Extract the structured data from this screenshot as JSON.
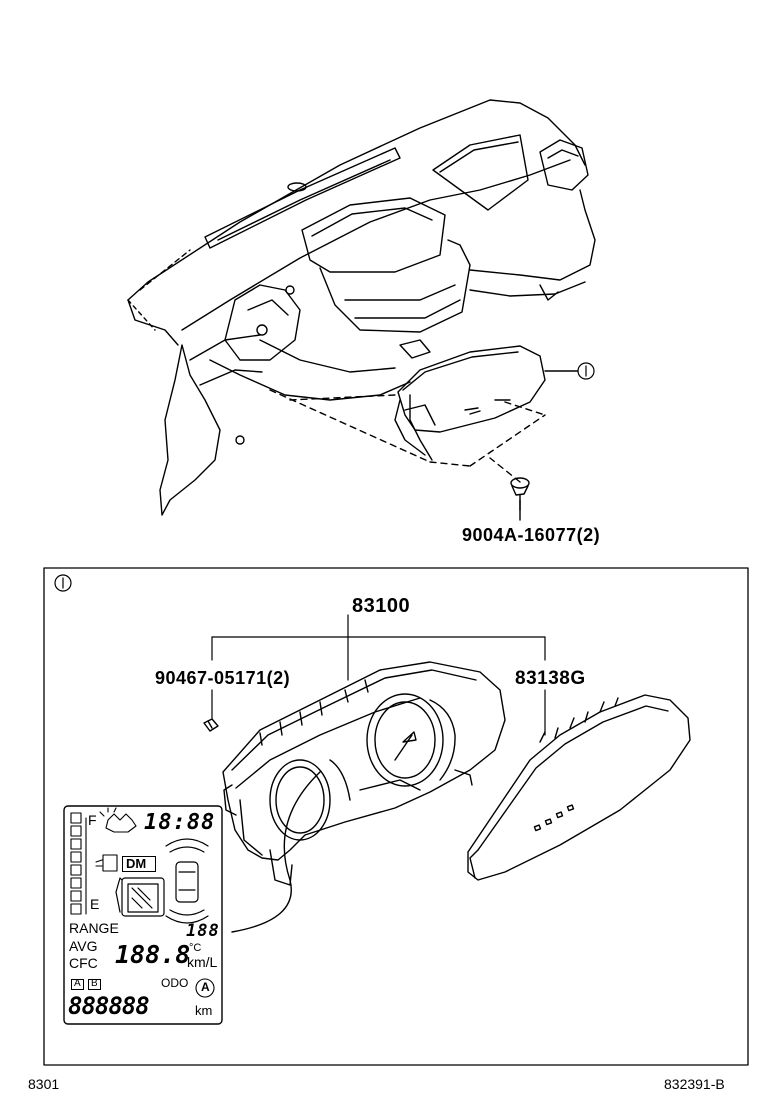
{
  "callouts": {
    "screw_upper": "9004A-16077(2)",
    "meter_assy": "83100",
    "screw_inner": "90467-05171(2)",
    "glass": "83138G"
  },
  "display": {
    "range_label": "RANGE",
    "avg_label": "AVG",
    "cfc_label": "CFC",
    "range_value": "188",
    "avg_value": "188.8",
    "unit_temp": "°C",
    "unit_kml": "km/L",
    "fuel_full": "F",
    "fuel_empty": "E",
    "clock": "18:88",
    "dm_badge": "DM",
    "trip_a": "A",
    "trip_b": "B",
    "odo_label": "ODO",
    "auto_badge": "A",
    "odo_value": "888888",
    "odo_unit": "km"
  },
  "footer": {
    "left_code": "8301",
    "right_code": "832391-B"
  },
  "icons": [
    "dashboard-panel",
    "combination-meter",
    "screw-icon",
    "clip-icon",
    "meter-glass",
    "circle-reference-icon"
  ]
}
